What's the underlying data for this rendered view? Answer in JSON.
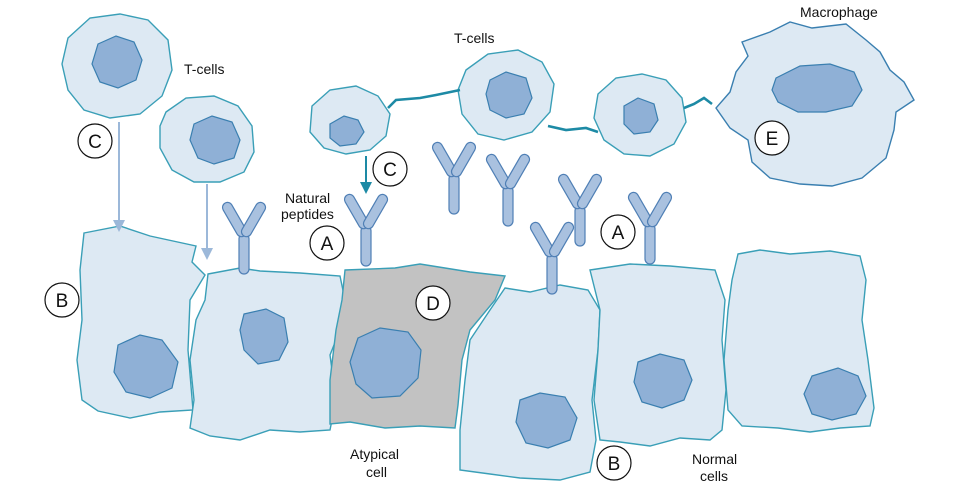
{
  "labels": {
    "t_cells_left": "T-cells",
    "t_cells_top": "T-cells",
    "macrophage": "Macrophage",
    "natural_peptides_line1": "Natural",
    "natural_peptides_line2": "peptides",
    "atypical_cell_line1": "Atypical",
    "atypical_cell_line2": "cell",
    "normal_cells_line1": "Normal",
    "normal_cells_line2": "cells"
  },
  "markers": {
    "a": "A",
    "b": "B",
    "c": "C",
    "d": "D",
    "e": "E"
  },
  "colors": {
    "cell_fill": "#dde9f3",
    "cell_outline": "#3a9fb7",
    "nucleus_fill": "#8fb0d6",
    "nucleus_outline": "#3a7fb0",
    "atypical_fill": "#c2c2c2",
    "antibody_fill": "#a9c1df",
    "antibody_outline": "#4f7fb5",
    "link_line": "#1d8aa5",
    "arrow": "#9cb8d9",
    "arrow_dark": "#1d8aa5"
  }
}
